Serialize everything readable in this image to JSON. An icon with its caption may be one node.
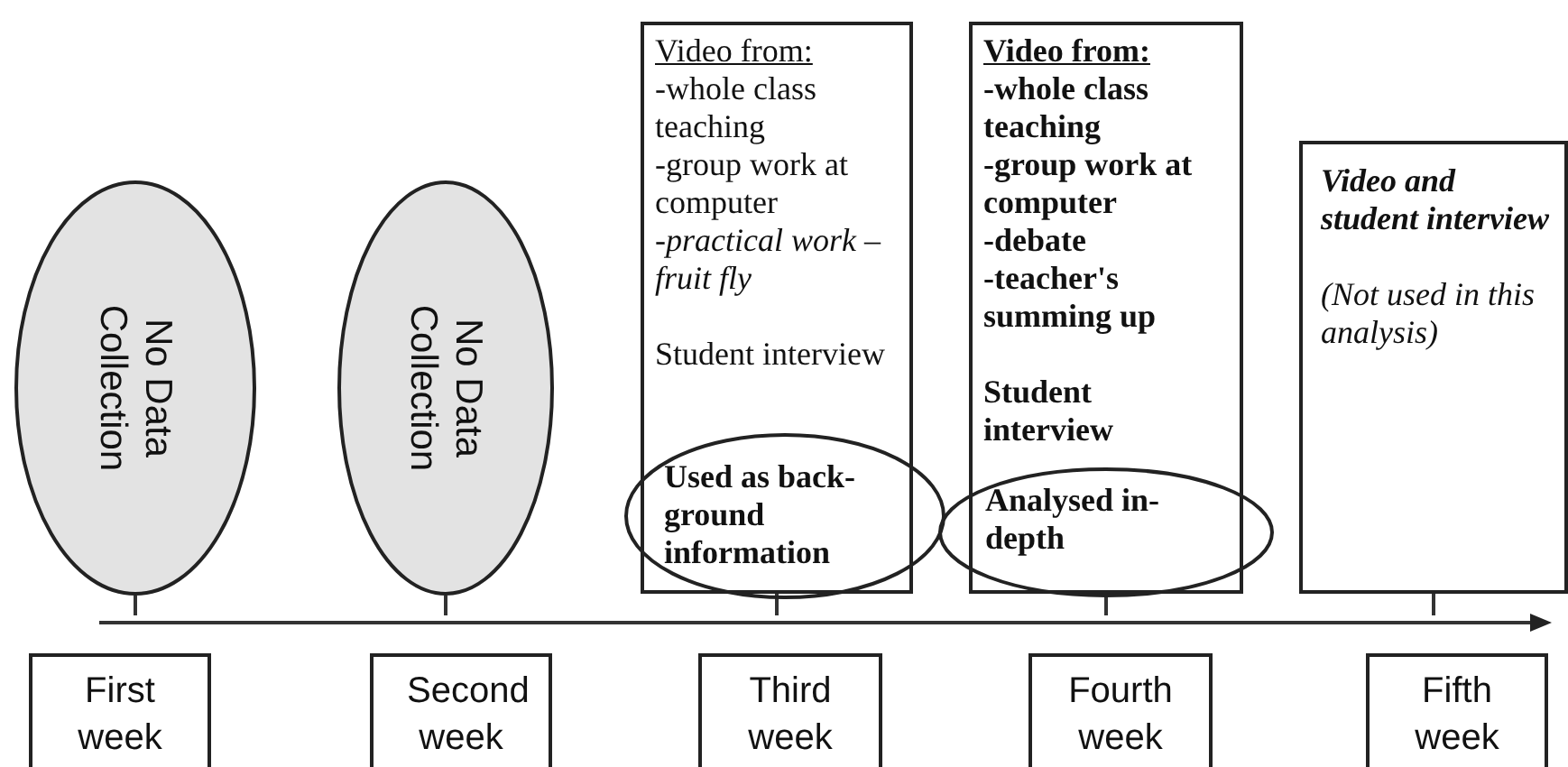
{
  "diagram": {
    "nodes": [
      {
        "text": [
          "No Data Collection"
        ]
      },
      {
        "text": [
          "No Data Collection"
        ]
      },
      {
        "text": [
          "Video from:",
          "-whole class teaching",
          "-group work at computer",
          "-*practical work – fruit fly*",
          "Student interview"
        ]
      },
      {
        "text": [
          "Used as back- ground information"
        ]
      },
      {
        "text": [
          "Video from:",
          "-whole class teaching",
          "-group work at computer",
          "-debate",
          "-teacher's summing up",
          "Student interview"
        ]
      },
      {
        "text": [
          "Analysed in- depth"
        ]
      },
      {
        "text": [
          "Video and student interview",
          "(Not used in this analysis)"
        ]
      },
      {
        "text": [
          "First week"
        ]
      },
      {
        "text": [
          "Second week"
        ]
      },
      {
        "text": [
          "Third week"
        ]
      },
      {
        "text": [
          "Fourth week"
        ]
      },
      {
        "text": [
          "Fifth week"
        ]
      },
      {
        "text": [],
        "shape": "arrow"
      }
    ],
    "edges": [
      {
        "from": 0,
        "to": 12,
        "arrow": "none"
      },
      {
        "from": 1,
        "to": 12,
        "arrow": "none"
      },
      {
        "from": 2,
        "to": 12,
        "arrow": "none"
      },
      {
        "from": 4,
        "to": 12,
        "arrow": "none"
      },
      {
        "from": 6,
        "to": 12,
        "arrow": "none"
      }
    ]
  }
}
